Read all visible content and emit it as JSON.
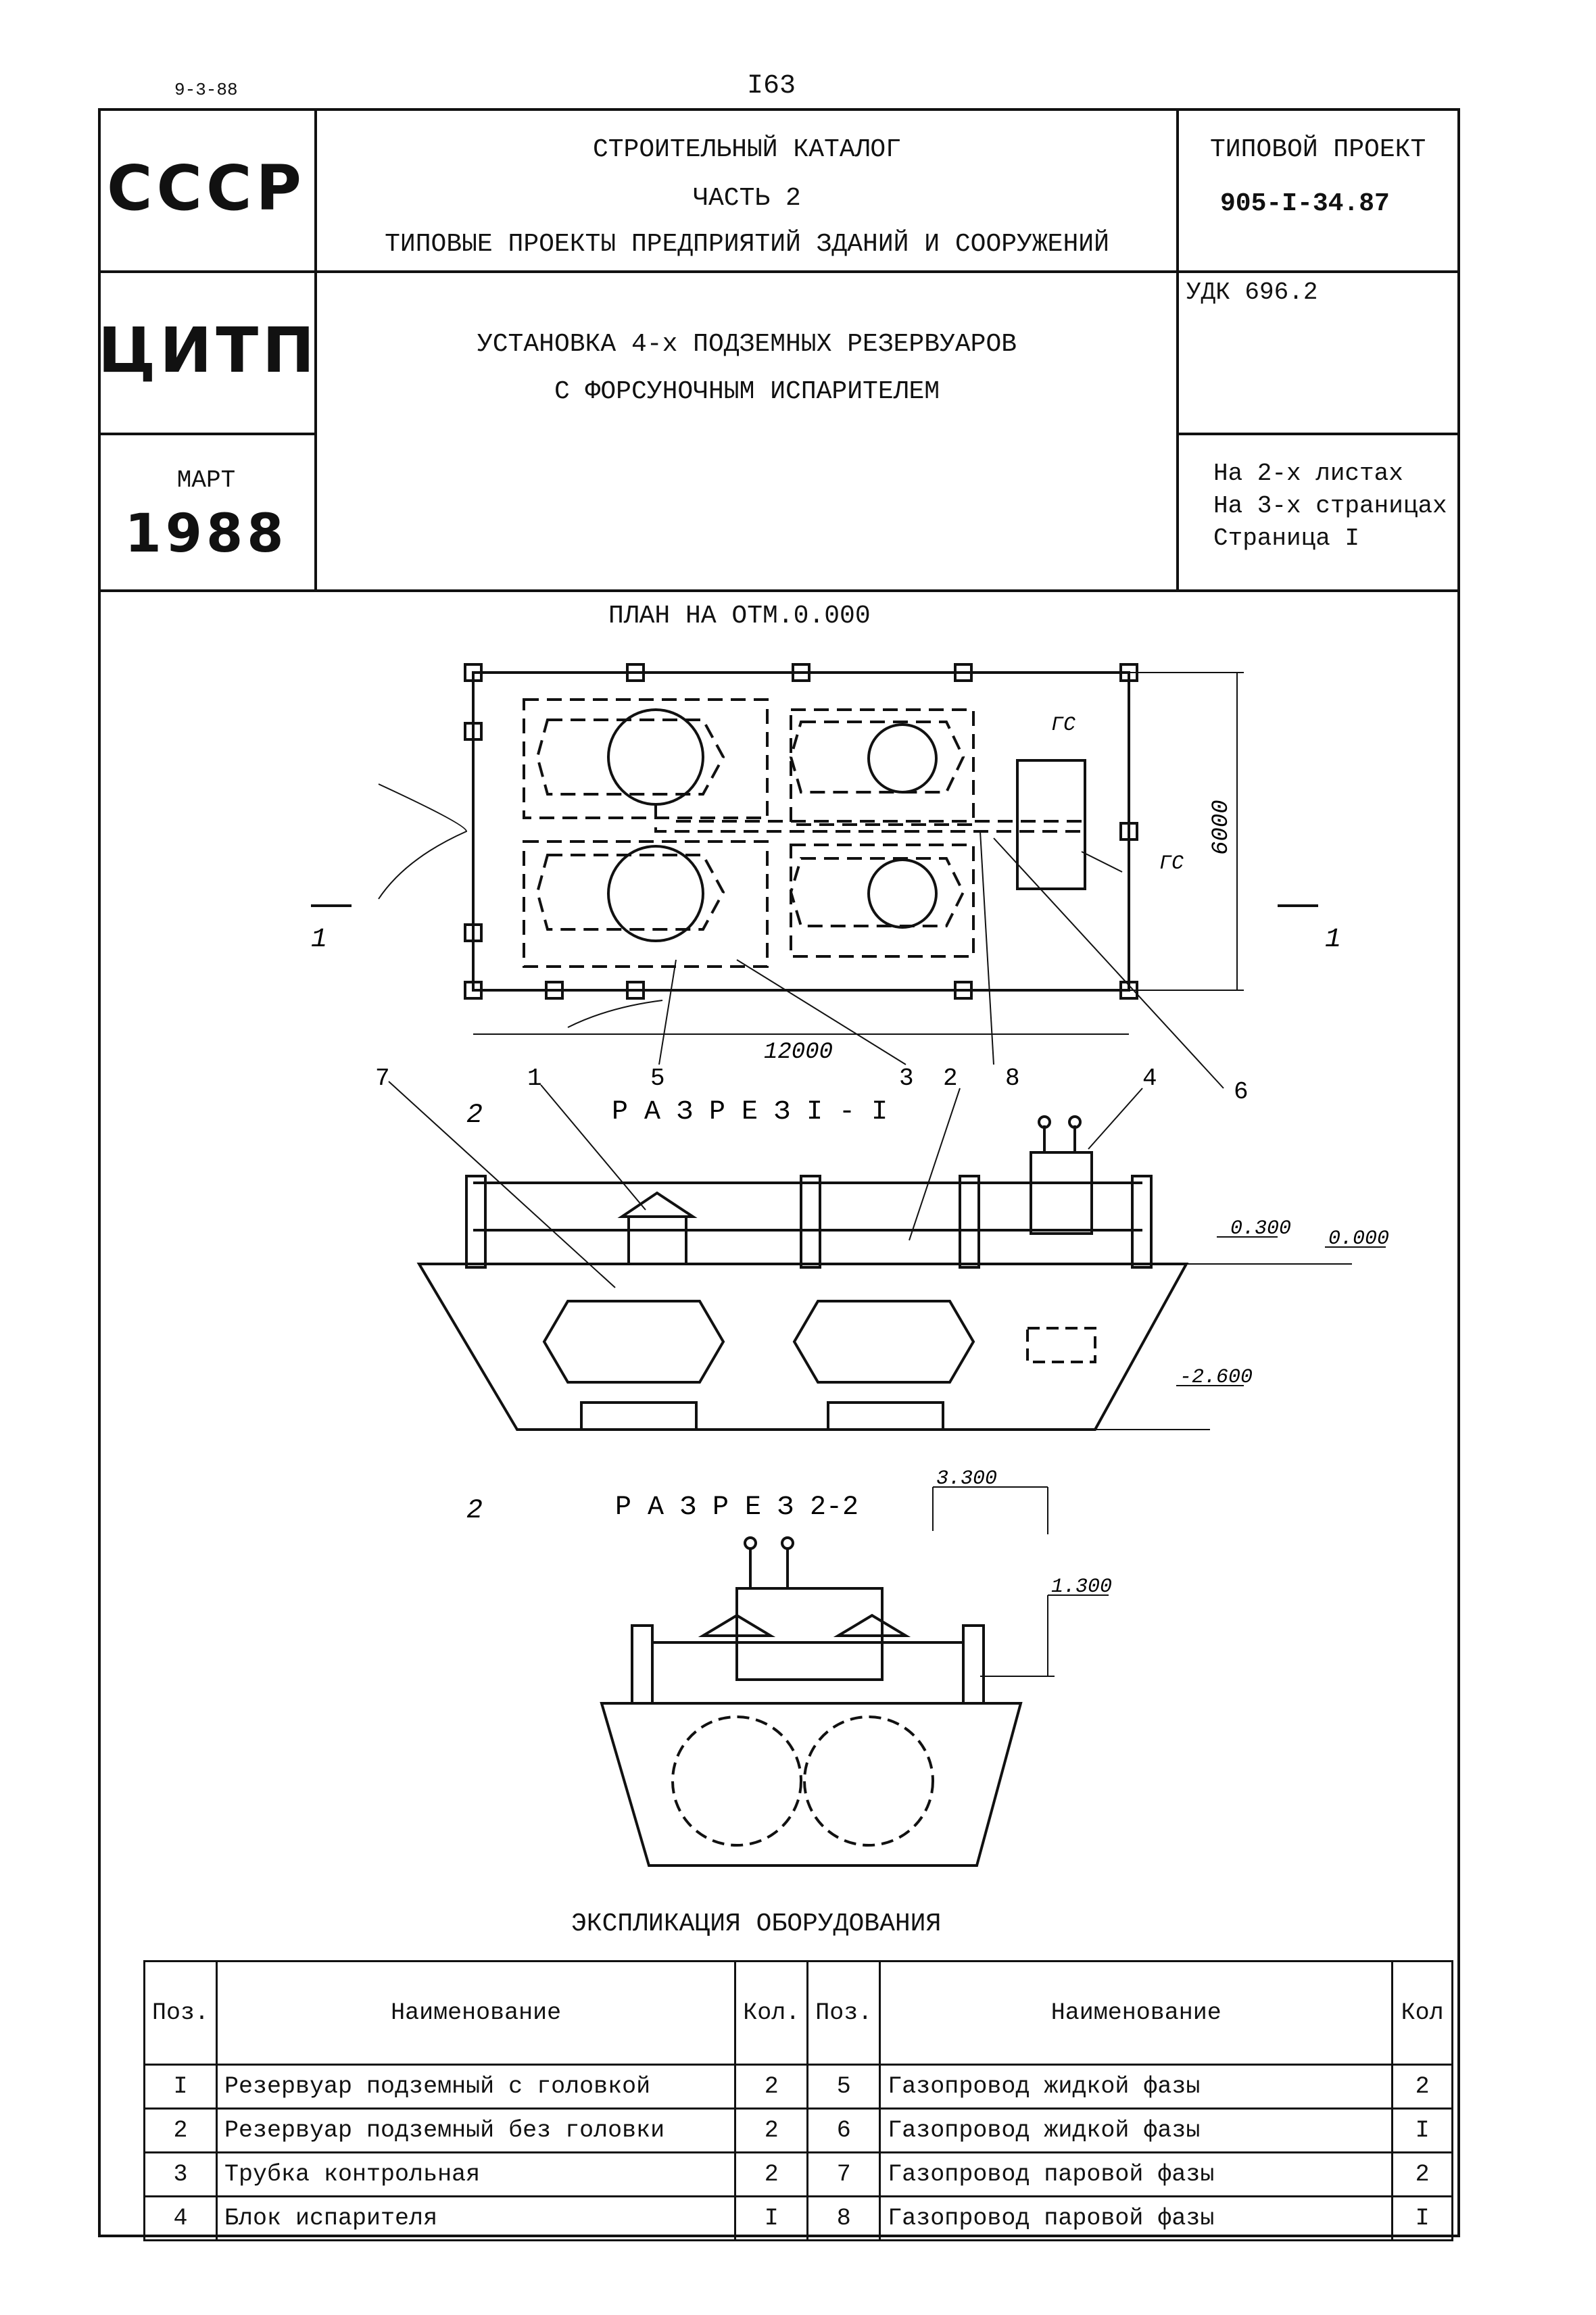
{
  "top": {
    "doc_code": "9-3-88",
    "page_number": "I63"
  },
  "header": {
    "org_left_1": "СССР",
    "catalog_line1": "СТРОИТЕЛЬНЫЙ КАТАЛОГ",
    "catalog_line2": "ЧАСТЬ 2",
    "catalog_line3": "ТИПОВЫЕ ПРОЕКТЫ ПРЕДПРИЯТИЙ ЗДАНИЙ И СООРУЖЕНИЙ",
    "project_label": "ТИПОВОЙ ПРОЕКТ",
    "project_code": "905-I-34.87",
    "org_left_2": "ЦИТП",
    "title_line1": "УСТАНОВКА 4-х ПОДЗЕМНЫХ РЕЗЕРВУАРОВ",
    "title_line2": "С ФОРСУНОЧНЫМ ИСПАРИТЕЛЕМ",
    "udk": "УДК 696.2",
    "month": "МАРТ",
    "year": "1988",
    "sheets_line1": "На 2-х листах",
    "sheets_line2": "На 3-х страницах",
    "sheets_line3": "Страница I"
  },
  "plan": {
    "title": "ПЛАН НА ОТМ.0.000",
    "dim_length": "12000",
    "dim_width": "6000",
    "gas_label_top": "ГС",
    "gas_label_side": "ГС",
    "section_mark_left": "1",
    "section_mark_right": "1",
    "callouts": [
      "5",
      "3",
      "2",
      "8",
      "4",
      "6",
      "7",
      "1"
    ]
  },
  "section1": {
    "title": "Р А З Р Е З   I - I",
    "mark": "2",
    "elev_top": "0.300",
    "elev_ground": "0.000",
    "elev_bottom": "-2.600"
  },
  "section2": {
    "title": "Р А З Р Е З   2-2",
    "mark": "2",
    "elev_top": "3.300",
    "elev_mid": "1.300"
  },
  "explication": {
    "title": "ЭКСПЛИКАЦИЯ ОБОРУДОВАНИЯ",
    "headers": {
      "pos": "Поз.",
      "name": "Наименование",
      "qty": "Кол.",
      "pos2": "Поз.",
      "name2": "Наименование",
      "qty2": "Кол"
    },
    "rows": [
      {
        "pos": "I",
        "name": "Резервуар подземный с головкой",
        "qty": "2",
        "pos2": "5",
        "name2": "Газопровод жидкой фазы",
        "qty2": "2"
      },
      {
        "pos": "2",
        "name": "Резервуар подземный без головки",
        "qty": "2",
        "pos2": "6",
        "name2": "Газопровод жидкой фазы",
        "qty2": "I"
      },
      {
        "pos": "3",
        "name": "Трубка контрольная",
        "qty": "2",
        "pos2": "7",
        "name2": "Газопровод паровой фазы",
        "qty2": "2"
      },
      {
        "pos": "4",
        "name": "Блок испарителя",
        "qty": "I",
        "pos2": "8",
        "name2": "Газопровод паровой фазы",
        "qty2": "I"
      }
    ]
  }
}
